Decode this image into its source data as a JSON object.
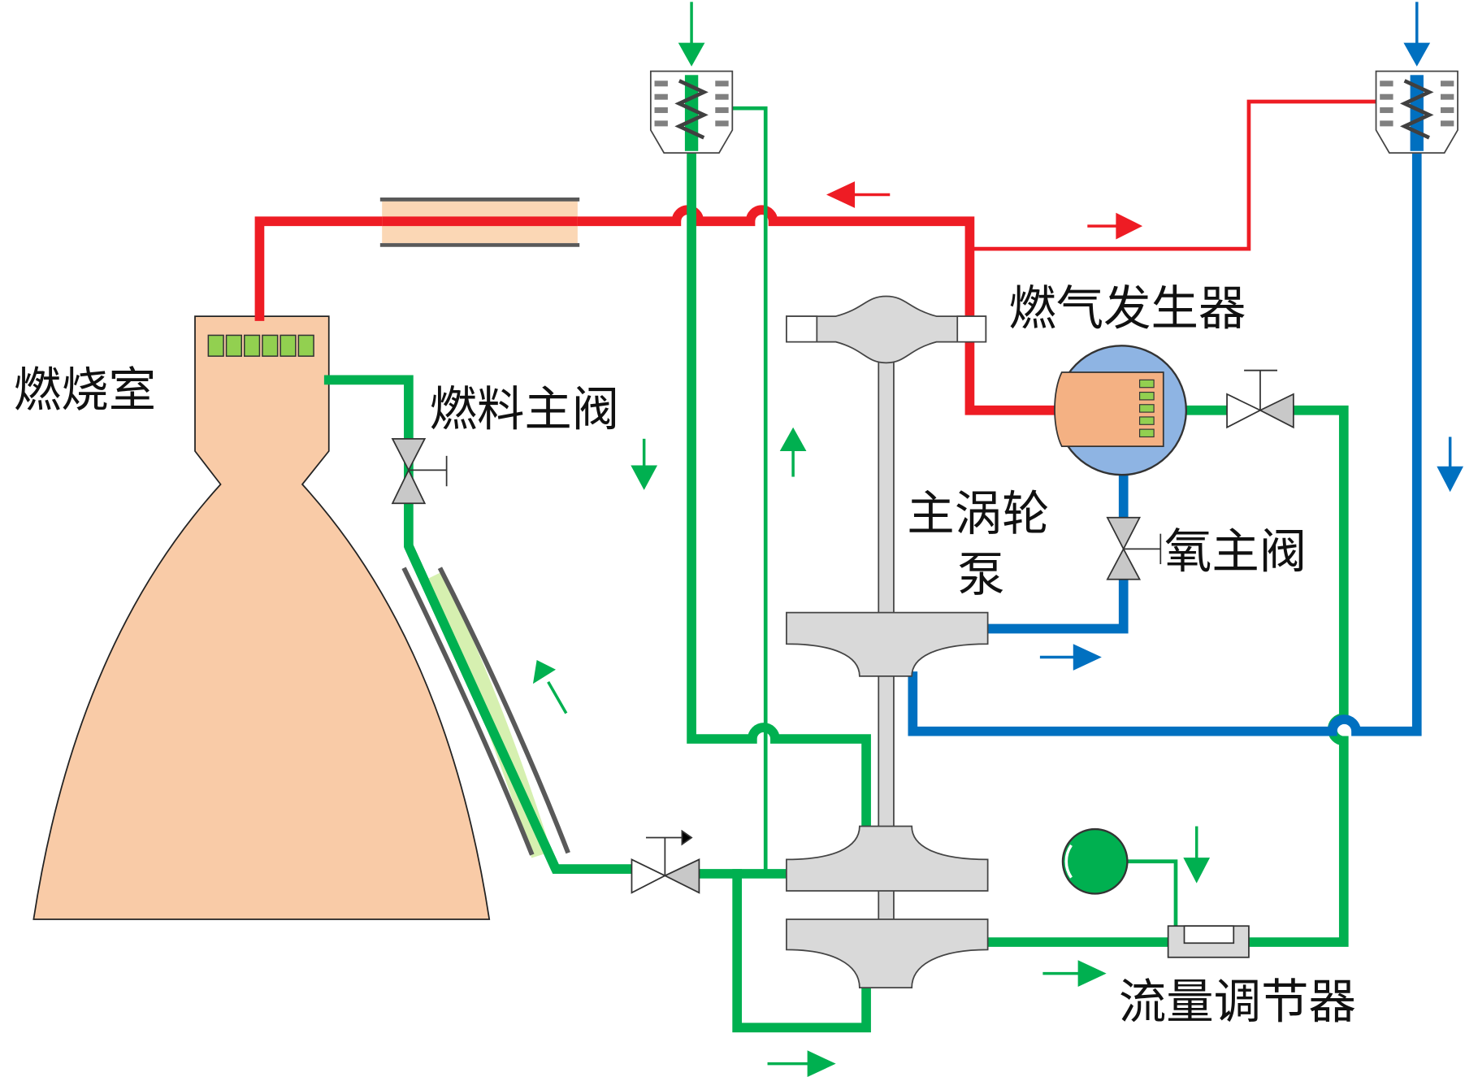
{
  "labels": {
    "combustion_chamber": "燃烧室",
    "fuel_main_valve": "燃料主阀",
    "gas_generator": "燃气发生器",
    "main_turbopump_line1": "主涡轮",
    "main_turbopump_line2": "泵",
    "oxygen_main_valve": "氧主阀",
    "flow_regulator": "流量调节器"
  },
  "colors": {
    "hot_gas": "#ee1c24",
    "fuel": "#00b050",
    "oxidizer": "#0070c0",
    "chamber_fill": "#f9cba7",
    "pump_fill": "#d9d9d9",
    "generator_ring": "#8eb4e3",
    "generator_core": "#f4b183",
    "injector": "#92d050"
  },
  "icons": {
    "tank_heat_exchanger": "heat-exchanger-icon",
    "valve": "bowtie-valve-icon",
    "accumulator": "green-accumulator-icon",
    "flow_direction": "arrow-icon"
  }
}
